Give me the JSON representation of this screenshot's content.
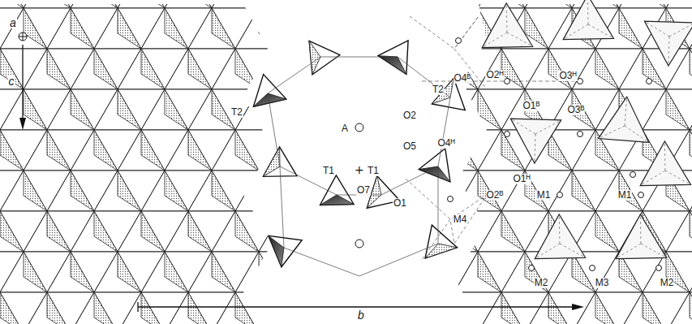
{
  "diagram": {
    "labels": [
      "T2",
      "A",
      "T1",
      "T1",
      "O2",
      "O5",
      "O7",
      "O1",
      "T2",
      "O4ᴮ",
      "O2ᴴ",
      "O3ᴴ",
      "O1ᴮ",
      "O3ᴮ",
      "O4ᴴ",
      "O1ᴴ",
      "O2ᴮ",
      "M1",
      "M1",
      "M4",
      "M2",
      "M3",
      "M2",
      "a",
      "c",
      "b"
    ]
  }
}
